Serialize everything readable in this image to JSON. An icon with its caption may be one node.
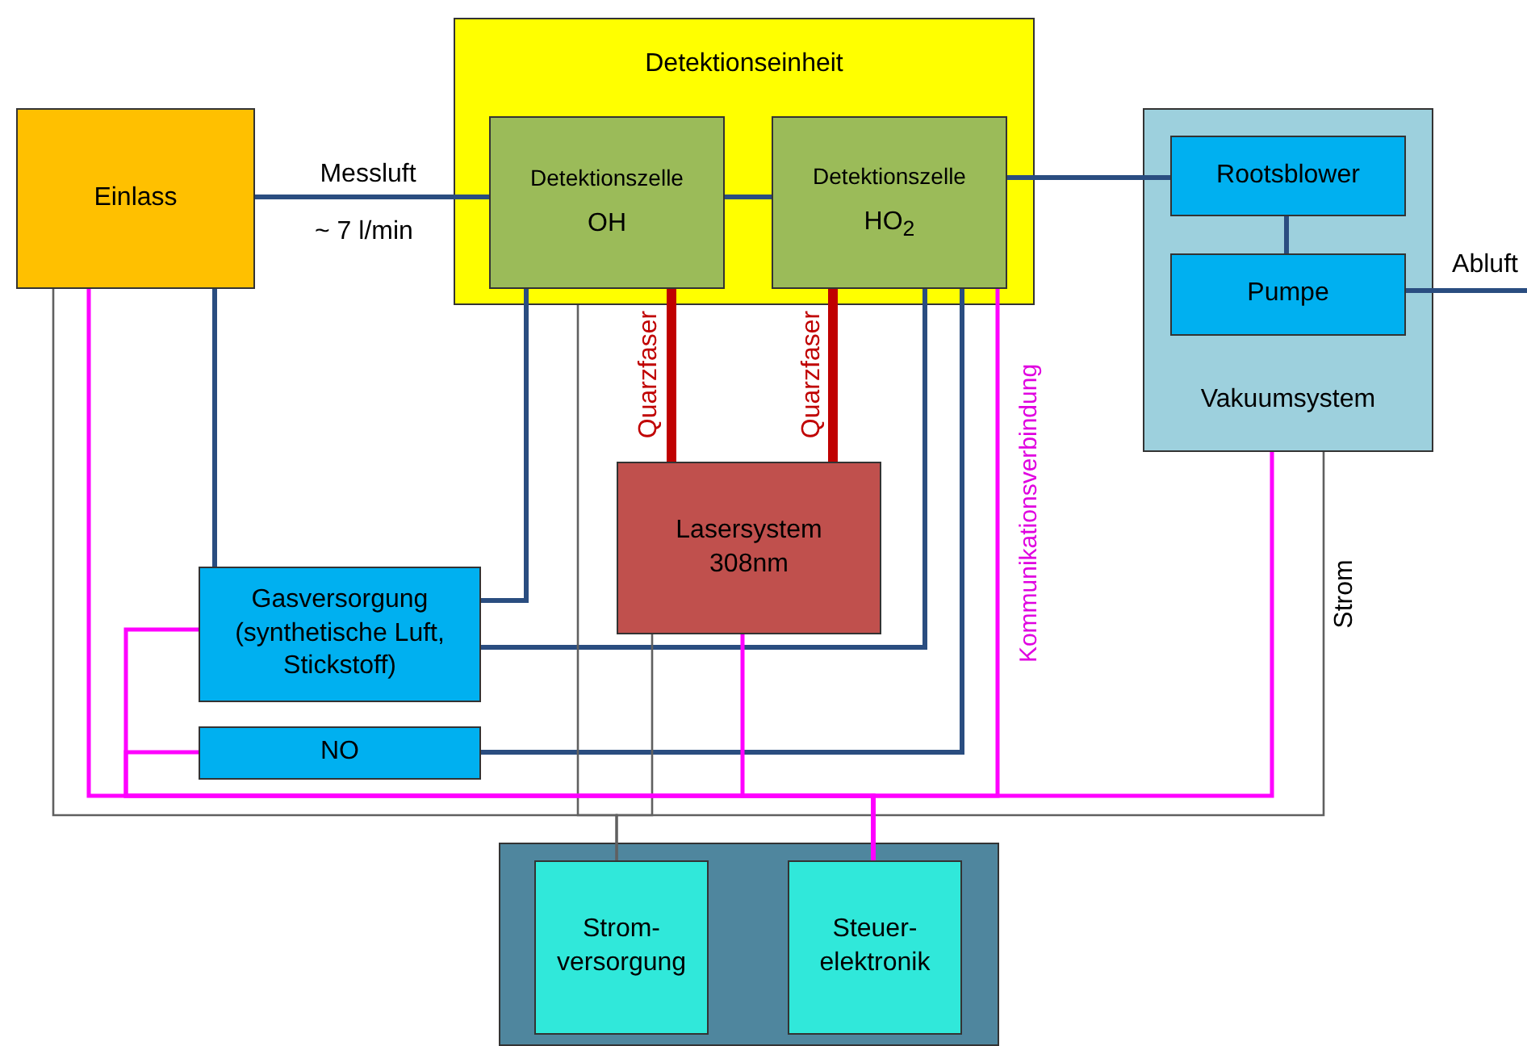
{
  "diagram": {
    "nodes": [
      {
        "text": [
          "Detektionseinheit"
        ]
      },
      {
        "text": [
          "Detektionszelle",
          "OH"
        ],
        "in": 0
      },
      {
        "text": [
          "Detektionszelle",
          "HO$_{2}$"
        ],
        "in": 0
      },
      {
        "text": [
          "Einlass"
        ]
      },
      {
        "text": [
          "Vakuumsystem"
        ]
      },
      {
        "text": [
          "Rootsblower"
        ],
        "in": 4
      },
      {
        "text": [
          "Pumpe"
        ],
        "in": 4
      },
      {
        "text": [
          "Lasersystem 308nm"
        ]
      },
      {
        "text": [
          "Gasversorgung (synthetische Luft, Stickstoff)"
        ]
      },
      {
        "text": [
          "NO"
        ]
      },
      {
        "text": [],
        "shape": "box"
      },
      {
        "text": [
          "Strom- versorgung"
        ],
        "in": 10
      },
      {
        "text": [
          "Steuer- elektronik"
        ],
        "in": 10
      }
    ],
    "edges": [
      {
        "from": 3,
        "to": 1,
        "arrow": "none",
        "label": "Messluft"
      },
      {
        "from": 1,
        "to": 2,
        "arrow": "none"
      },
      {
        "from": 2,
        "to": 5,
        "arrow": "none"
      },
      {
        "from": 5,
        "to": 6,
        "arrow": "none"
      },
      {
        "from": 6,
        "to": null,
        "arrow": "none",
        "label": "Abluft"
      },
      {
        "from": 3,
        "to": 8,
        "arrow": "none"
      },
      {
        "from": 1,
        "to": 8,
        "arrow": "none"
      },
      {
        "from": 2,
        "to": 8,
        "arrow": "none"
      },
      {
        "from": 2,
        "to": 9,
        "arrow": "none"
      },
      {
        "from": 1,
        "to": 7,
        "arrow": "none",
        "label": "Quarzfaser",
        "style": "thick",
        "color": "#c00000"
      },
      {
        "from": 2,
        "to": 7,
        "arrow": "none",
        "label": "Quarzfaser",
        "style": "thick",
        "color": "#c00000"
      },
      {
        "from": 3,
        "to": 11,
        "arrow": "none",
        "color": "#606060"
      },
      {
        "from": 0,
        "to": 11,
        "arrow": "none",
        "color": "#606060"
      },
      {
        "from": 7,
        "to": 11,
        "arrow": "none",
        "color": "#606060"
      },
      {
        "from": 4,
        "to": 11,
        "arrow": "none",
        "label": "Strom",
        "color": "#606060"
      },
      {
        "from": 3,
        "to": 12,
        "arrow": "none",
        "color": "#ff00ff"
      },
      {
        "from": 8,
        "to": 12,
        "arrow": "none",
        "color": "#ff00ff"
      },
      {
        "from": 9,
        "to": 12,
        "arrow": "none",
        "color": "#ff00ff"
      },
      {
        "from": 7,
        "to": 12,
        "arrow": "none",
        "color": "#ff00ff"
      },
      {
        "from": 2,
        "to": 12,
        "arrow": "none",
        "label": "Kommunikationsverbindung",
        "color": "#ff00ff"
      },
      {
        "from": 4,
        "to": 12,
        "arrow": "none",
        "color": "#ff00ff"
      }
    ],
    "labels": [
      "~ 7 l/min"
    ]
  }
}
